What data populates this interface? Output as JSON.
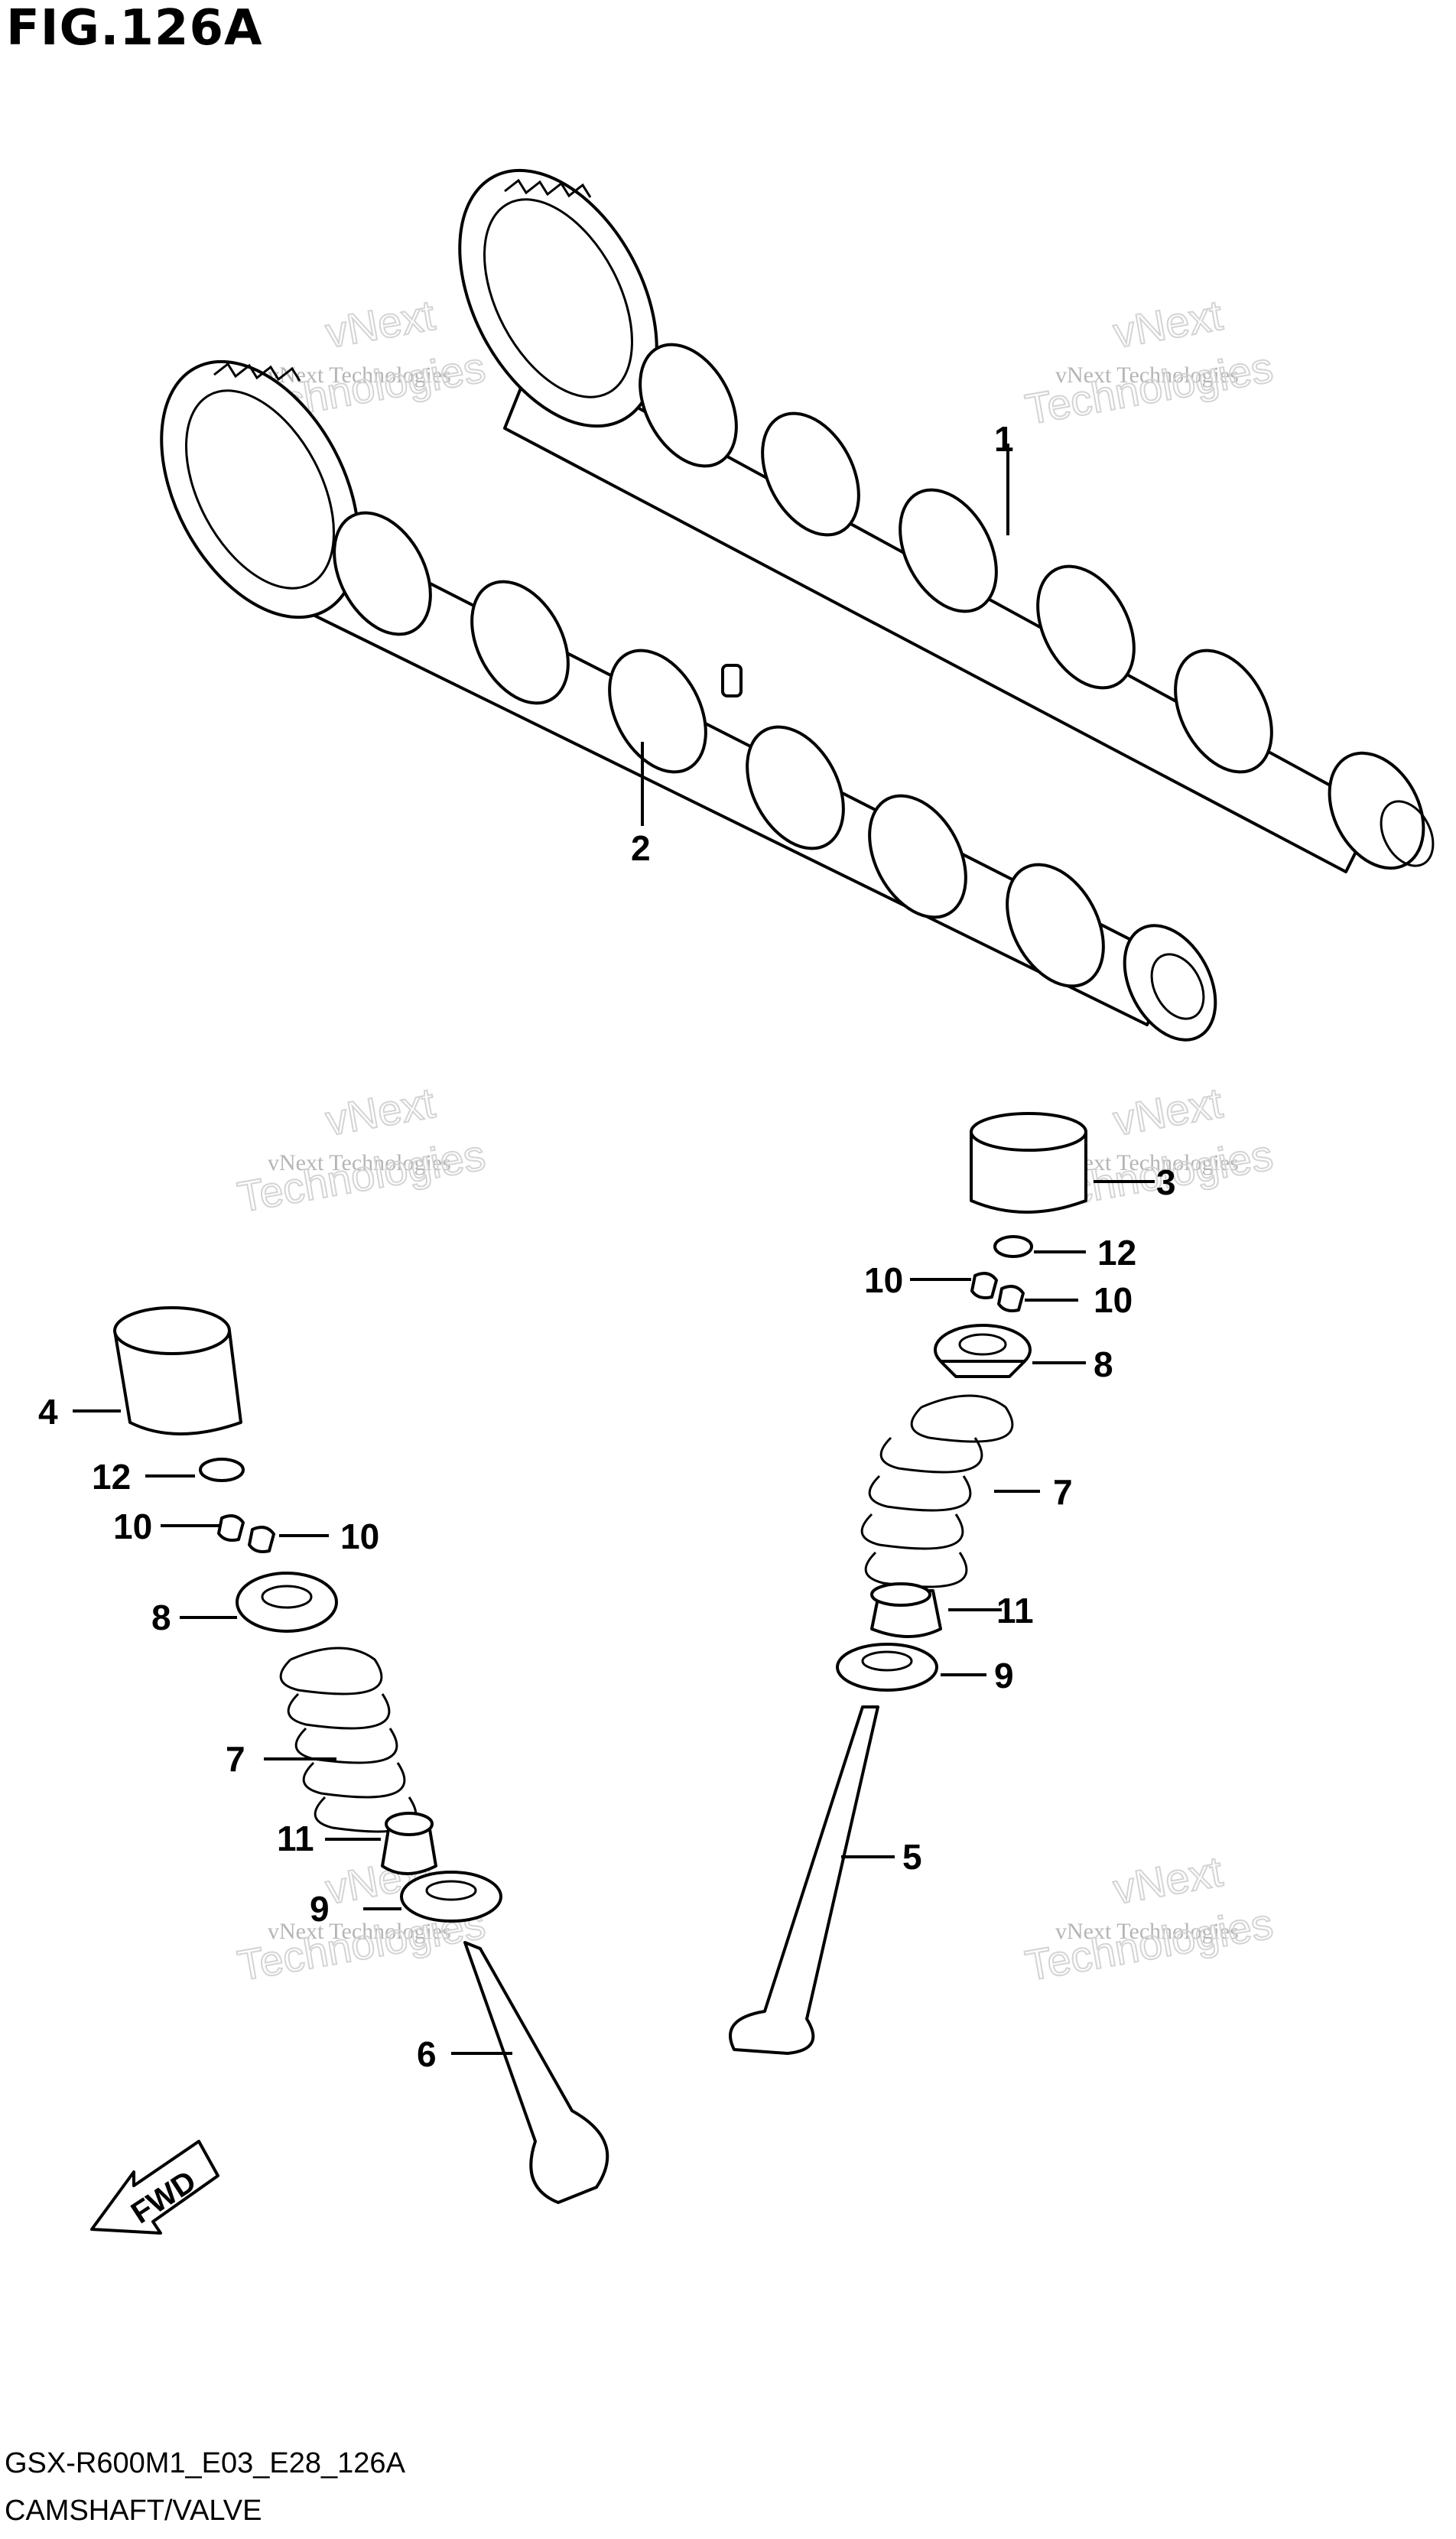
{
  "header": {
    "fig_title": "FIG.126A"
  },
  "footer": {
    "model_code": "GSX-R600M1_E03_E28_126A",
    "section_name": "CAMSHAFT/VALVE"
  },
  "fwd_label": "FWD",
  "watermark": {
    "line1": "vNext Technologies",
    "line2": "vNext",
    "line3": "Technologies"
  },
  "callouts": [
    {
      "id": "c1",
      "text": "1"
    },
    {
      "id": "c2",
      "text": "2"
    },
    {
      "id": "c3",
      "text": "3"
    },
    {
      "id": "c4",
      "text": "4"
    },
    {
      "id": "c5",
      "text": "5"
    },
    {
      "id": "c6",
      "text": "6"
    },
    {
      "id": "c7r",
      "text": "7"
    },
    {
      "id": "c7l",
      "text": "7"
    },
    {
      "id": "c8r",
      "text": "8"
    },
    {
      "id": "c8l",
      "text": "8"
    },
    {
      "id": "c9r",
      "text": "9"
    },
    {
      "id": "c9l",
      "text": "9"
    },
    {
      "id": "c10ra",
      "text": "10"
    },
    {
      "id": "c10rb",
      "text": "10"
    },
    {
      "id": "c10la",
      "text": "10"
    },
    {
      "id": "c10lb",
      "text": "10"
    },
    {
      "id": "c11r",
      "text": "11"
    },
    {
      "id": "c11l",
      "text": "11"
    },
    {
      "id": "c12r",
      "text": "12"
    },
    {
      "id": "c12l",
      "text": "12"
    }
  ]
}
